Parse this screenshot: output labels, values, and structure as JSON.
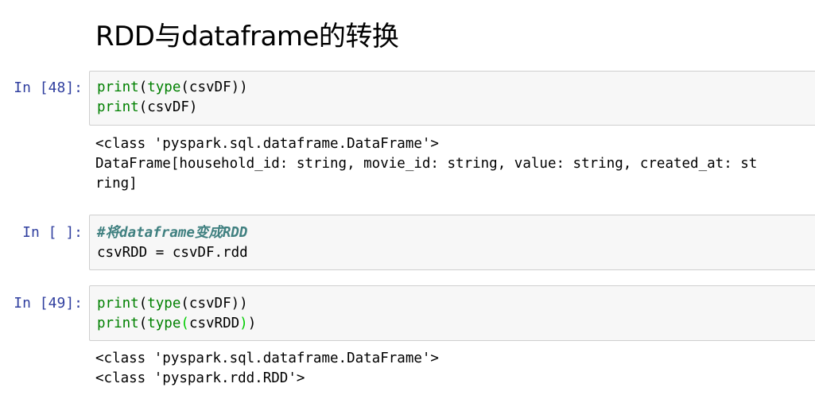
{
  "heading": "RDD与dataframe的转换",
  "cells": [
    {
      "prompt": "In [48]:",
      "code": {
        "line1": {
          "fn": "print",
          "p1": "(",
          "fn2": "type",
          "rest": "(csvDF))"
        },
        "line2": {
          "fn": "print",
          "rest": "(csvDF)"
        }
      },
      "output": [
        "<class 'pyspark.sql.dataframe.DataFrame'>",
        "DataFrame[household_id: string, movie_id: string, value: string, created_at: st",
        "ring]"
      ]
    },
    {
      "prompt": "In [ ]:",
      "code": {
        "comment": "#将dataframe变成RDD",
        "line2": "csvRDD = csvDF.rdd"
      }
    },
    {
      "prompt": "In [49]:",
      "code": {
        "line1": {
          "fn": "print",
          "p1": "(",
          "fn2": "type",
          "rest": "(csvDF))"
        },
        "line2": {
          "fn": "print",
          "p1": "(",
          "fn2": "type",
          "paren_open": "(",
          "arg": "csvRDD",
          "paren_close": ")",
          "close": ")"
        }
      },
      "output": [
        "<class 'pyspark.sql.dataframe.DataFrame'>",
        "<class 'pyspark.rdd.RDD'>"
      ]
    }
  ],
  "colors": {
    "prompt": "#303f9f",
    "keyword": "#008000",
    "comment": "#408080",
    "matched_paren": "#00cc00",
    "cell_bg": "#f7f7f7",
    "cell_border": "#cfcfcf"
  }
}
